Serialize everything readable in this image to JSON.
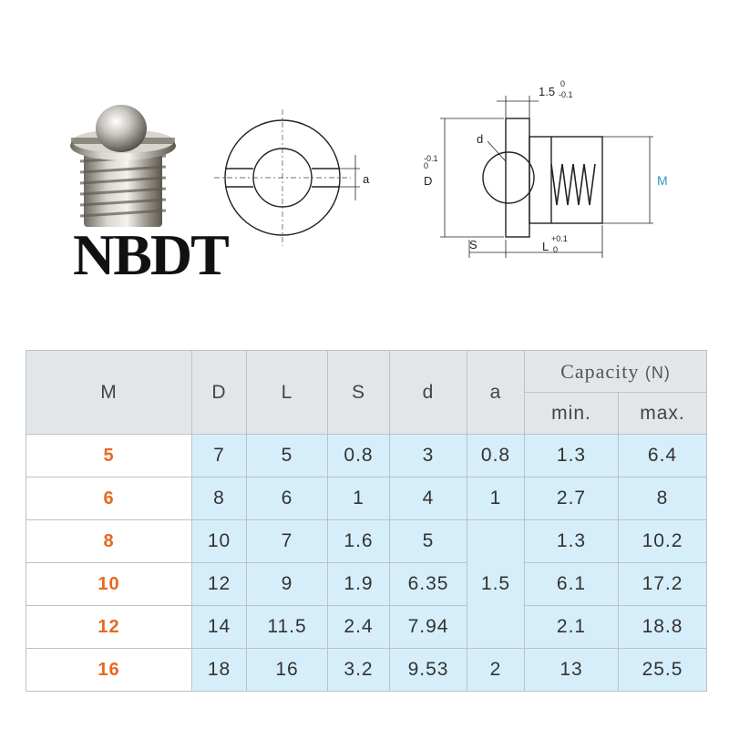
{
  "brand": "NBDT",
  "drawing": {
    "front": {
      "a_label": "a"
    },
    "side": {
      "d_label": "d",
      "D_label": "D",
      "D_tol_upper": "0",
      "D_tol_lower": "-0.1",
      "top_label": "1.5",
      "top_tol_upper": "0",
      "top_tol_lower": "-0.1",
      "M_label": "M",
      "S_label": "S",
      "L_label": "L",
      "L_tol_upper": "+0.1",
      "L_tol_lower": "0"
    }
  },
  "table": {
    "headers": {
      "M": "M",
      "D": "D",
      "L": "L",
      "S": "S",
      "d": "d",
      "a": "a",
      "capacity": "Capacity",
      "capacity_unit": "(N)",
      "min": "min.",
      "max": "max."
    },
    "rows": [
      {
        "M": "5",
        "D": "7",
        "L": "5",
        "S": "0.8",
        "d": "3",
        "a": "0.8",
        "min": "1.3",
        "max": "6.4"
      },
      {
        "M": "6",
        "D": "8",
        "L": "6",
        "S": "1",
        "d": "4",
        "a": "1",
        "min": "2.7",
        "max": "8"
      },
      {
        "M": "8",
        "D": "10",
        "L": "7",
        "S": "1.6",
        "d": "5",
        "a": "1.5",
        "min": "1.3",
        "max": "10.2"
      },
      {
        "M": "10",
        "D": "12",
        "L": "9",
        "S": "1.9",
        "d": "6.35",
        "min": "6.1",
        "max": "17.2"
      },
      {
        "M": "12",
        "D": "14",
        "L": "11.5",
        "S": "2.4",
        "d": "7.94",
        "min": "2.1",
        "max": "18.8"
      },
      {
        "M": "16",
        "D": "18",
        "L": "16",
        "S": "3.2",
        "d": "9.53",
        "a": "2",
        "min": "13",
        "max": "25.5"
      }
    ]
  }
}
